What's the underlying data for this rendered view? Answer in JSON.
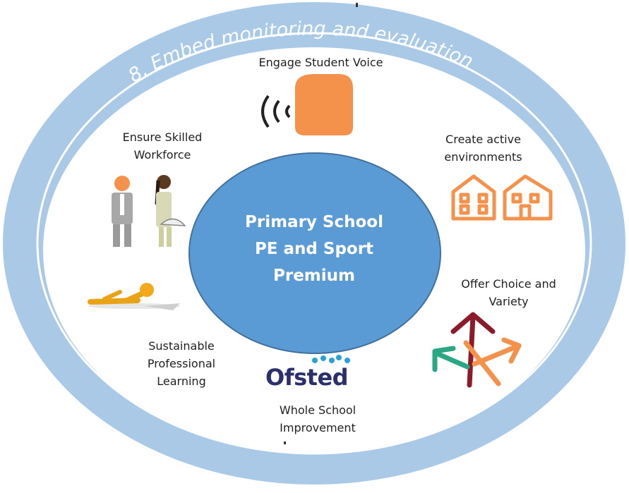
{
  "ring_text": "8. Embed monitoring and evaluation",
  "center": {
    "line1": "Primary School",
    "line2": "PE and Sport",
    "line3": "Premium"
  },
  "items": [
    {
      "id": "student-voice",
      "lines": [
        "Engage Student Voice"
      ]
    },
    {
      "id": "active-environments",
      "lines": [
        "Create active",
        "environments"
      ]
    },
    {
      "id": "choice-variety",
      "lines": [
        "Offer Choice and",
        "Variety"
      ]
    },
    {
      "id": "whole-school",
      "lines": [
        "Whole School",
        "Improvement"
      ]
    },
    {
      "id": "professional-learning",
      "lines": [
        "Sustainable",
        "Professional",
        "Learning"
      ]
    },
    {
      "id": "skilled-workforce",
      "lines": [
        "Ensure Skilled",
        "Workforce"
      ]
    }
  ],
  "ofsted_logo_text": "Ofsted",
  "colors": {
    "outer_ring": "#a9c9e6",
    "inner_band": "#ffffff",
    "center_fill": "#5b9bd5",
    "center_stroke": "#41719c",
    "orange": "#f4914a",
    "maroon": "#8b1a2b",
    "teal": "#2aa784"
  }
}
